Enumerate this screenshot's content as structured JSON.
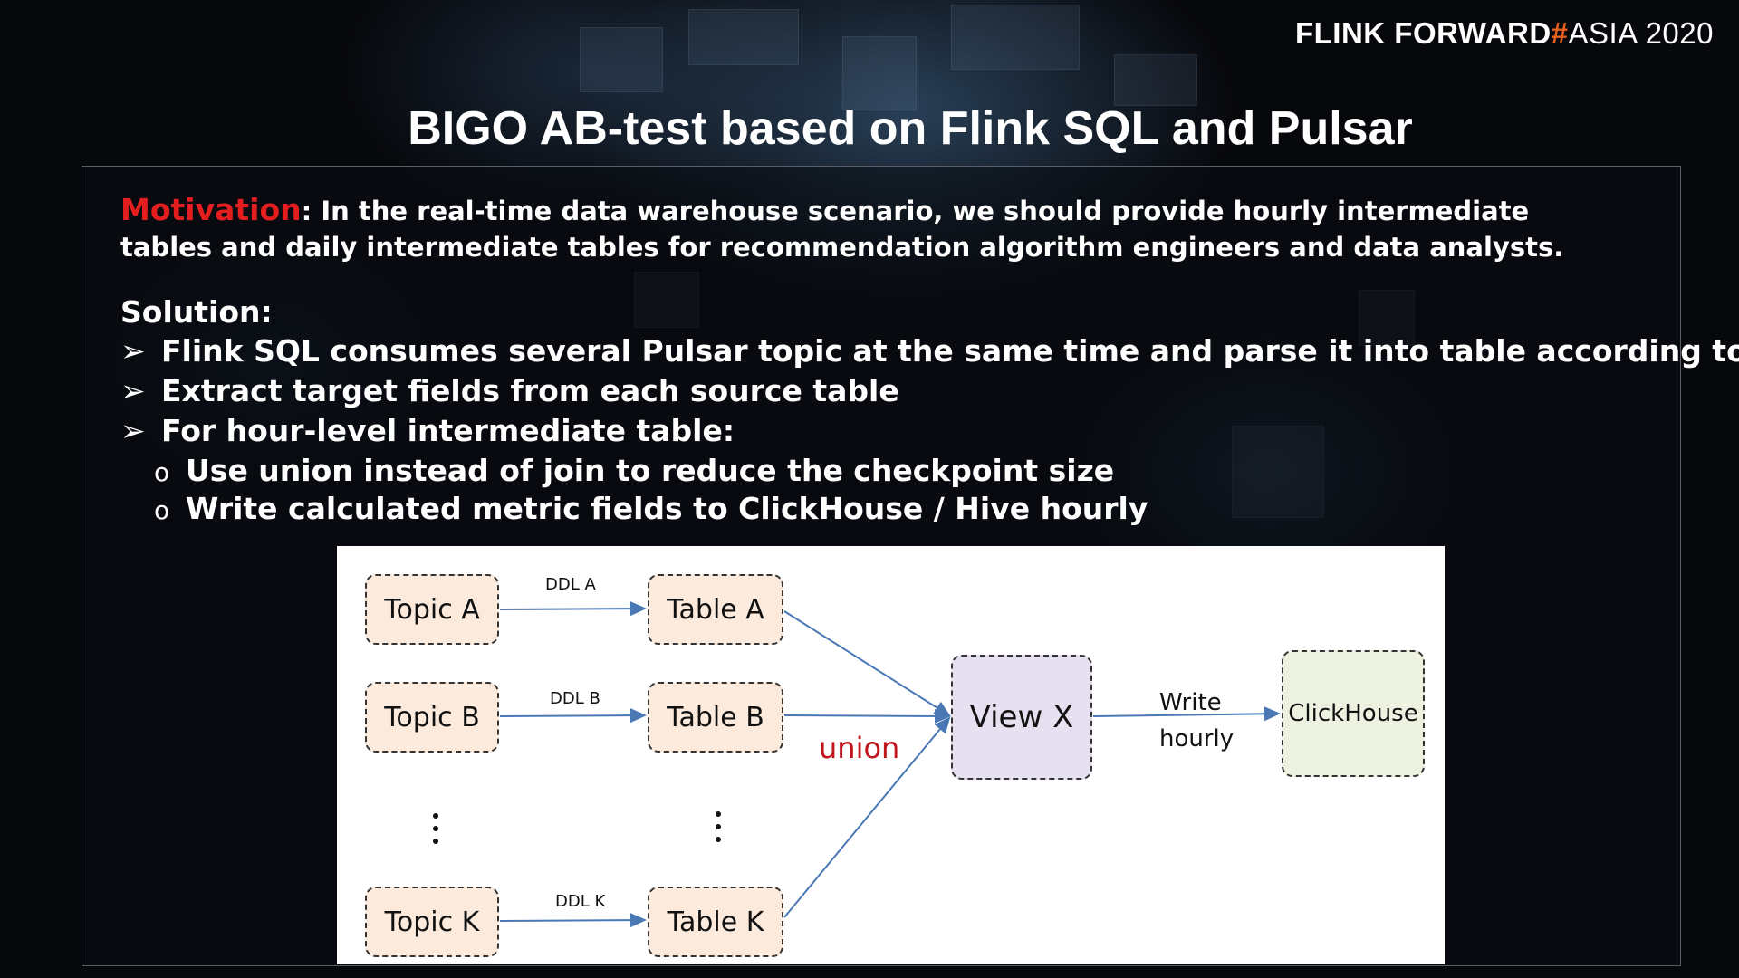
{
  "brand": {
    "name": "FLINK FORWARD",
    "hash": "#",
    "event": "ASIA 2020"
  },
  "title": "BIGO AB-test based on Flink SQL and Pulsar",
  "motivation": {
    "keyword": "Motivation",
    "line1": ": In the real-time data warehouse scenario, we should provide hourly intermediate",
    "line2": "tables and daily intermediate tables for recommendation algorithm engineers and data analysts."
  },
  "solution": {
    "heading": "Solution:",
    "bullet_marker": "➢",
    "sub_marker": "o",
    "bullets": [
      "Flink SQL consumes several Pulsar topic at the same time and parse it into table according to DDL",
      "Extract target fields from each source table",
      "For hour-level intermediate table:"
    ],
    "sub_bullets": [
      "Use union instead of join to reduce the checkpoint size",
      "Write calculated metric fields to ClickHouse / Hive hourly"
    ]
  },
  "diagram": {
    "topics": [
      "Topic A",
      "Topic B",
      "Topic K"
    ],
    "tables": [
      "Table A",
      "Table B",
      "Table K"
    ],
    "ddl_labels": [
      "DDL A",
      "DDL B",
      "DDL K"
    ],
    "union_label": "union",
    "view": "View X",
    "write_label_1": "Write",
    "write_label_2": "hourly",
    "sink": "ClickHouse",
    "colors": {
      "topic_table_fill": "#fcebdd",
      "view_fill": "#e6e0f1",
      "sink_fill": "#ecf2df",
      "arrow": "#4a78b5",
      "union_text": "#c0151c",
      "motivation_keyword": "#e41e1e",
      "brand_hash": "#e8621c"
    }
  }
}
